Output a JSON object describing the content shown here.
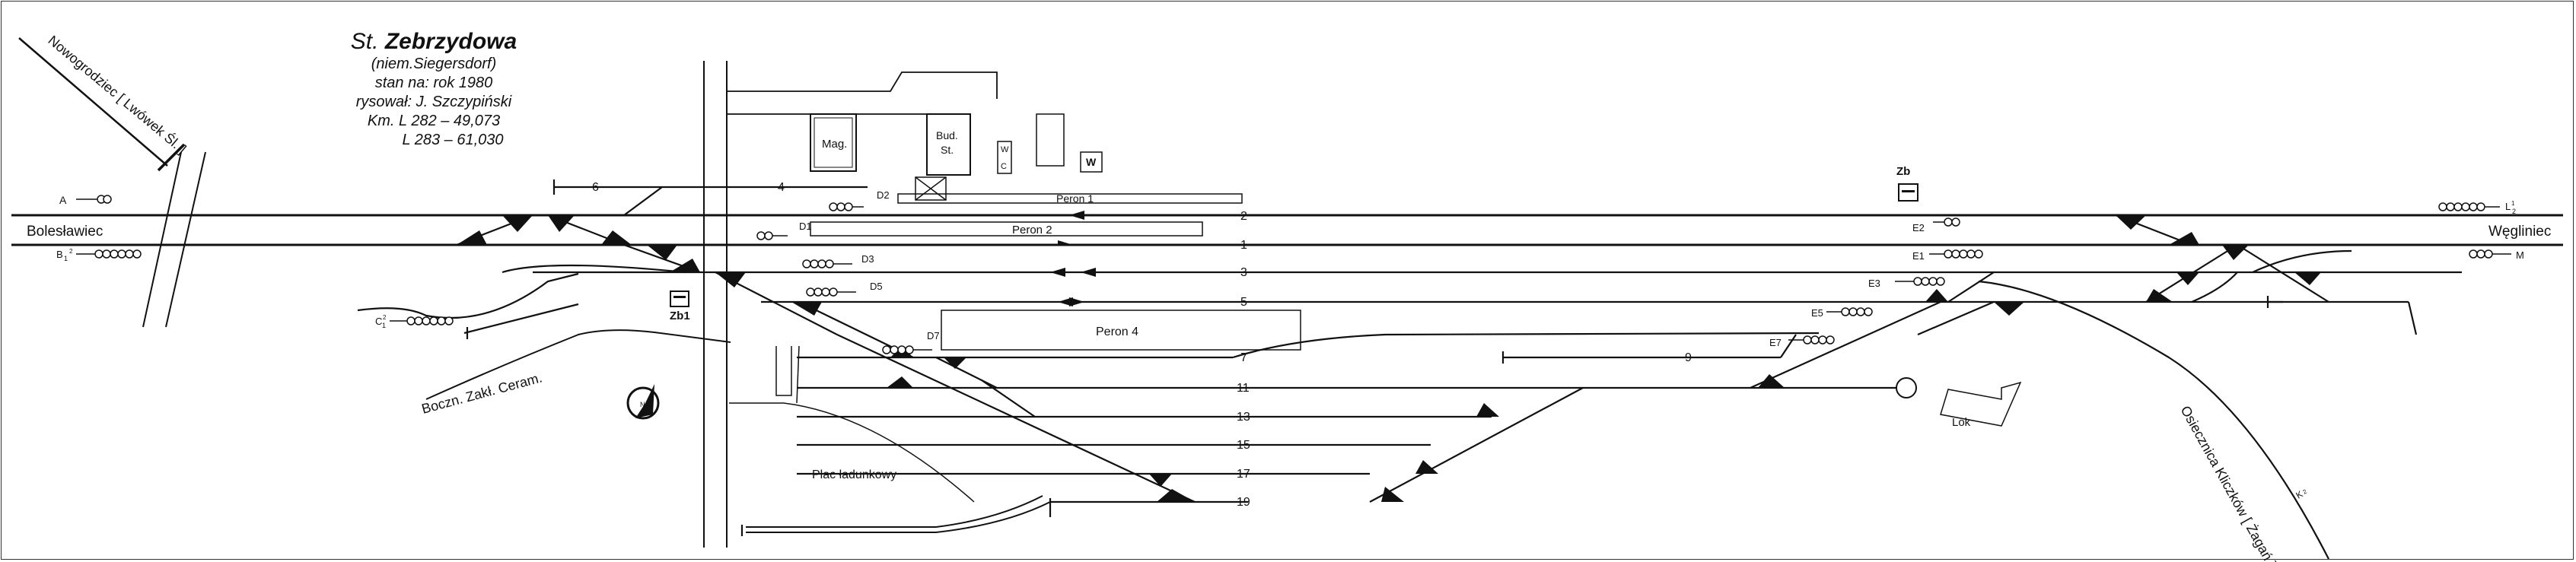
{
  "title": {
    "prefix": "St.",
    "name": "Zebrzydowa",
    "lines": [
      "(niem.Siegersdorf)",
      "stan na: rok 1980",
      "rysował: J. Szczypiński",
      "Km. L 282 – 49,073",
      "L 283 – 61,030"
    ]
  },
  "destinations": {
    "top_left": "Nowogrodziec [ Lwówek Śl. ]",
    "left": "Bolesławiec",
    "right": "Węgliniec",
    "bottom_right": "Osiecznica Kliczków [ Żagań ]",
    "siding": "Boczn. Zakł. Ceram."
  },
  "buildings": {
    "warehouse": "Mag.",
    "station_line1": "Bud.",
    "station_line2": "St.",
    "wc_w": "W",
    "wc_c": "C",
    "water": "W",
    "loco_shed": "Lok",
    "loading_square": "Plac ładunkowy"
  },
  "platforms": [
    "Peron 1",
    "Peron 2",
    "Peron 4"
  ],
  "tracks": [
    "2",
    "1",
    "3",
    "5",
    "7",
    "11",
    "13",
    "15",
    "17",
    "19",
    "4",
    "6",
    "9"
  ],
  "signal_boxes": [
    "Zb",
    "Zb1"
  ],
  "signals": {
    "A": "A",
    "B": "B",
    "B_sub": "1",
    "B_sub2": "2",
    "C": "C",
    "C_sub": "1",
    "C_sub2": "2",
    "D1": "D1",
    "D2": "D2",
    "D3": "D3",
    "D5": "D5",
    "D7": "D7",
    "E2": "E2",
    "E1": "E1",
    "E3": "E3",
    "E5": "E5",
    "E7": "E7",
    "L": "L",
    "L_sub": "1",
    "L_sub2": "2",
    "M": "M",
    "K": "K",
    "K_sub": "2"
  },
  "compass_label": "N"
}
